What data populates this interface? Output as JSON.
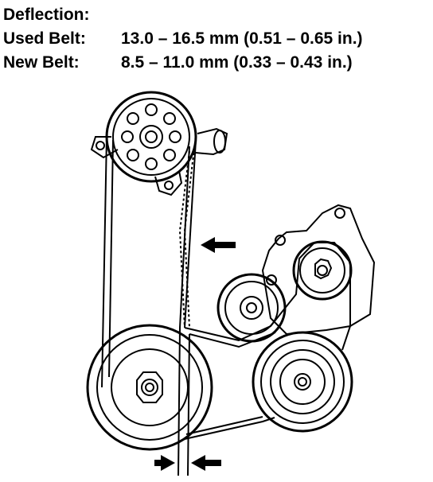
{
  "header": {
    "title": "Deflection:",
    "rows": [
      {
        "label": "Used Belt:",
        "value": "13.0 – 16.5 mm (0.51 – 0.65 in.)"
      },
      {
        "label": "New Belt:",
        "value": "8.5 – 11.0 mm (0.33 – 0.43 in.)"
      }
    ]
  },
  "colors": {
    "ink": "#000000",
    "paper": "#ffffff"
  },
  "icons": [
    "arrow-left-icon",
    "arrow-right-icon"
  ]
}
